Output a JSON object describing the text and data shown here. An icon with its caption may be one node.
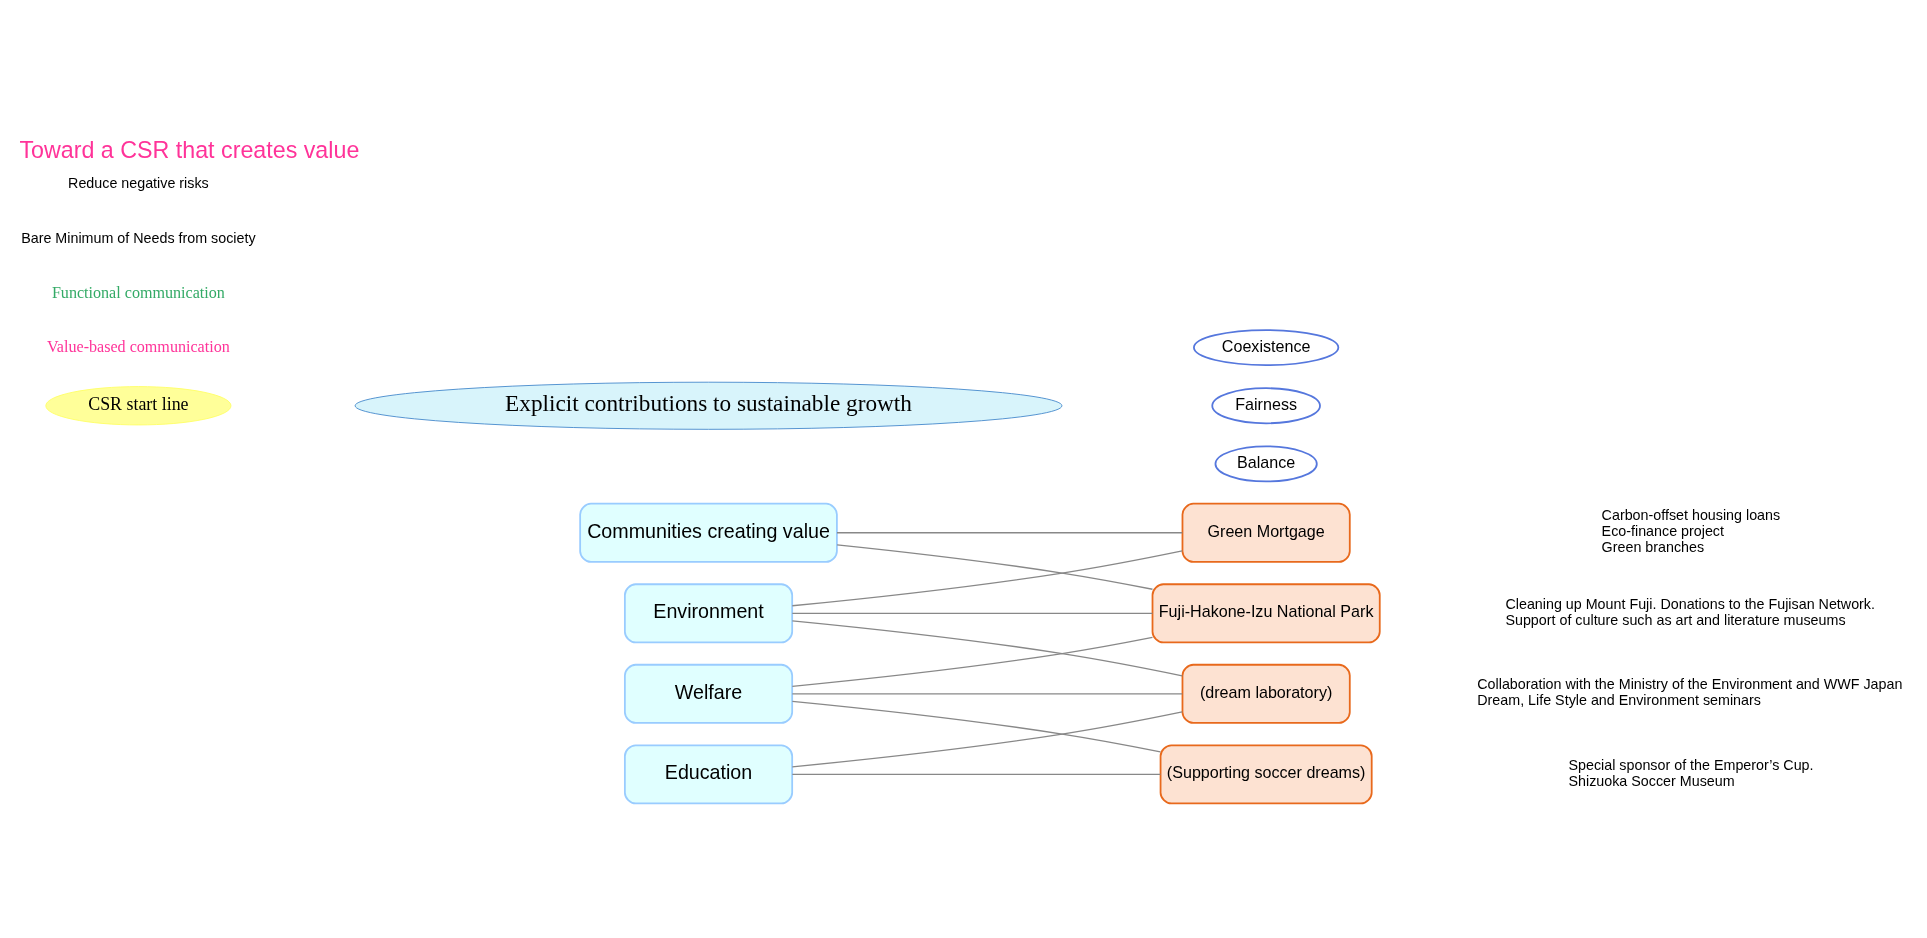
{
  "diagram": {
    "title": "Toward a CSR that creates value",
    "nodes": [
      {
        "text": [
          "Environment"
        ]
      },
      {
        "text": [
          "Education"
        ]
      },
      {
        "text": [
          "Welfare"
        ]
      },
      {
        "text": [
          "Communities creating value"
        ]
      },
      {
        "text": [
          "Green Mortgage"
        ],
        "beside": [
          "Carbon-offset housing loans",
          "Eco-finance project",
          "Green branches"
        ]
      },
      {
        "text": [
          "(dream laboratory)"
        ],
        "beside": [
          "Collaboration with the Ministry of the Environment and WWF Japan",
          "Dream, Life Style and Environment seminars"
        ]
      },
      {
        "text": [
          "(Supporting soccer dreams)"
        ],
        "beside": [
          "Special sponsor of the Emperor’s Cup.",
          "Shizuoka Soccer Museum"
        ]
      },
      {
        "text": [
          "Fuji-Hakone-Izu National Park"
        ],
        "beside": [
          "Cleaning up Mount Fuji. Donations to the Fujisan Network.",
          "Support of culture such as art and literature museums"
        ]
      },
      {
        "text": [
          "CSR start line"
        ]
      },
      {
        "text": [
          "Explicit contributions to sustainable growth"
        ]
      },
      {
        "text": [
          "Coexistence"
        ]
      },
      {
        "text": [
          "Fairness"
        ]
      },
      {
        "text": [
          "Balance"
        ]
      }
    ],
    "edges": [
      {
        "from": 0,
        "to": 4,
        "arrow": "none"
      },
      {
        "from": 0,
        "to": 5,
        "arrow": "none"
      },
      {
        "from": 0,
        "to": 7,
        "arrow": "none"
      },
      {
        "from": 1,
        "to": 5,
        "arrow": "none"
      },
      {
        "from": 1,
        "to": 6,
        "arrow": "none"
      },
      {
        "from": 2,
        "to": 5,
        "arrow": "none"
      },
      {
        "from": 2,
        "to": 6,
        "arrow": "none"
      },
      {
        "from": 2,
        "to": 7,
        "arrow": "none"
      },
      {
        "from": 3,
        "to": 4,
        "arrow": "none"
      },
      {
        "from": 3,
        "to": 7,
        "arrow": "none"
      }
    ],
    "labels": [
      "Value-based communication",
      "Functional communication",
      "Bare Minimum of Needs from society",
      "Reduce negative risks"
    ]
  }
}
